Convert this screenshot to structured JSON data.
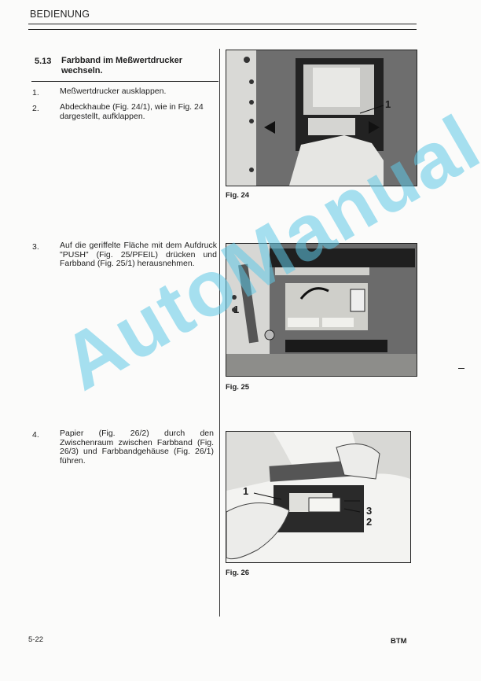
{
  "header": {
    "title": "BEDIENUNG"
  },
  "section": {
    "number": "5.13",
    "title": "Farbband im Meßwertdrucker wechseln."
  },
  "steps": [
    {
      "num": "1.",
      "text": "Meßwertdrucker ausklappen."
    },
    {
      "num": "2.",
      "text": "Abdeckhaube (Fig. 24/1), wie in Fig. 24 dargestellt, aufklappen."
    },
    {
      "num": "3.",
      "text": "Auf die geriffelte Fläche mit dem Aufdruck \"PUSH\" (Fig. 25/PFEIL) drücken und Farbband (Fig. 25/1) herausnehmen."
    },
    {
      "num": "4.",
      "text": "Papier (Fig. 26/2) durch den Zwischenraum zwischen Farbband (Fig. 26/3) und Farbbandgehäuse (Fig. 26/1) führen."
    }
  ],
  "figures": [
    {
      "caption": "Fig. 24",
      "callouts": [
        "1"
      ]
    },
    {
      "caption": "Fig. 25",
      "callouts": [
        "1"
      ]
    },
    {
      "caption": "Fig. 26",
      "callouts": [
        "1",
        "3",
        "2"
      ]
    }
  ],
  "footer": {
    "page": "5-22",
    "brand": "BTM"
  },
  "watermark": "AutoManual"
}
